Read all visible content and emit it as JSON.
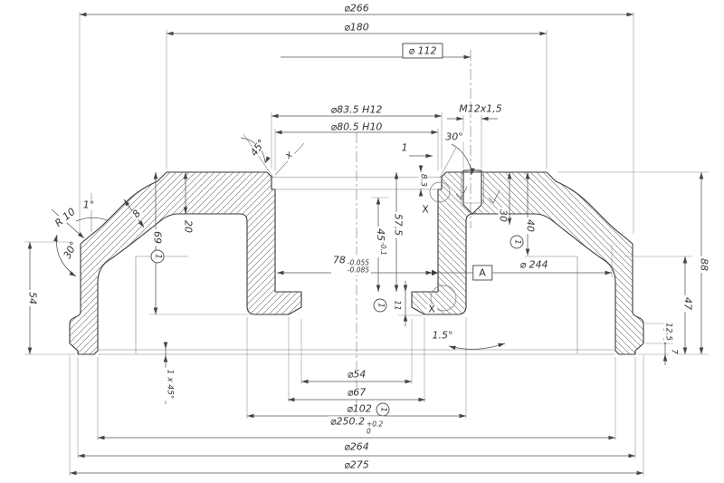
{
  "colors": {
    "outline": "#3a3a3a",
    "dimension": "#555555",
    "thin": "#8f8f8f",
    "text": "#333333",
    "background": "#ffffff"
  },
  "dims": {
    "note": "1",
    "top": {
      "d266": "⌀266",
      "d180": "⌀180",
      "d112": "⌀ 112",
      "d835": "⌀83.5 H12",
      "d805": "⌀80.5 H10",
      "m12": "M12x1,5",
      "a30": "30°",
      "c1": "1",
      "a45": "45°",
      "xref": "x",
      "d83": "8.3"
    },
    "left": {
      "a1": "1°",
      "r10": "R 10",
      "a30": "30°",
      "d54": "54",
      "d8": "8",
      "d20": "20",
      "d69": "69",
      "c1x45": "1 x 45°"
    },
    "center": {
      "d575": "57.5",
      "d45": "45",
      "d45tol": "-0.1",
      "d78": "78",
      "d78tu": "-0.055",
      "d78td": "-0.085",
      "datum": "A",
      "xtop": "X",
      "xbot": "X",
      "d11": "11"
    },
    "right": {
      "d30": "30",
      "d40": "40",
      "d244": "⌀ 244",
      "d88": "88",
      "d47": "47",
      "d125": "12.5",
      "d7": "7",
      "a15": "1.5°"
    },
    "bottom": {
      "d54": "⌀54",
      "d67": "⌀67",
      "d102": "⌀102",
      "d2502": "⌀250.2",
      "d2502tu": "+0.2",
      "d2502td": "0",
      "d264": "⌀264",
      "d275": "⌀275"
    }
  }
}
